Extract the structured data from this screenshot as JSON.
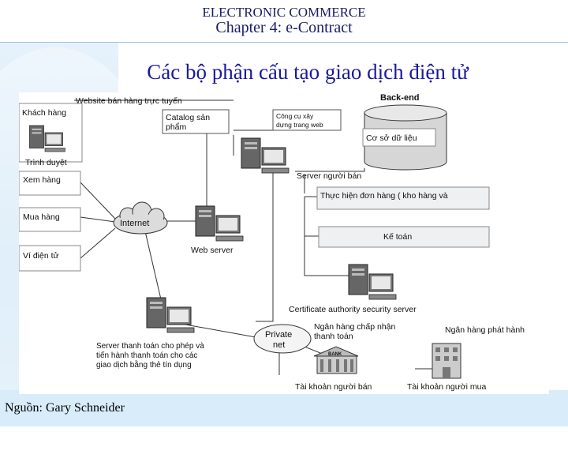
{
  "header": {
    "course": "ELECTRONIC COMMERCE",
    "chapter": "Chapter 4: e-Contract"
  },
  "slide_title": "Các bộ phận cấu tạo giao dịch điện tử",
  "source": "Nguồn: Gary Schneider",
  "diagram": {
    "website_label": "Website bán hàng trực tuyến",
    "customer": "Khách hàng",
    "browser": "Trình duyệt",
    "view": "Xem hàng",
    "buy": "Mua hàng",
    "wallet": "Ví điện tử",
    "catalog_line1": "Catalog sản",
    "catalog_line2": "phẩm",
    "tools_line1": "Công cụ xây",
    "tools_line2": "dựng trang web",
    "backend": "Back-end",
    "database": "Cơ sở dữ liệu",
    "seller_server": "Server người bán",
    "order": "Thực hiện đơn hàng ( kho hàng và",
    "accounting": "Kế toán",
    "internet": "Internet",
    "web_server": "Web server",
    "ca_server": "Certificate authority security server",
    "private_line1": "Private",
    "private_line2": "net",
    "acq_bank_line1": "Ngân hàng chấp nhận",
    "acq_bank_line2": "thanh toán",
    "issuer_bank": "Ngân hàng phát hành",
    "bank_sign": "BANK",
    "pay_line1": "Server thanh toán cho phép và",
    "pay_line2": "tiến hành thanh toán cho các",
    "pay_line3": "giao dịch bằng thẻ tín dụng",
    "seller_account": "Tài khoản người bán",
    "buyer_account": "Tài khoản người mua"
  }
}
